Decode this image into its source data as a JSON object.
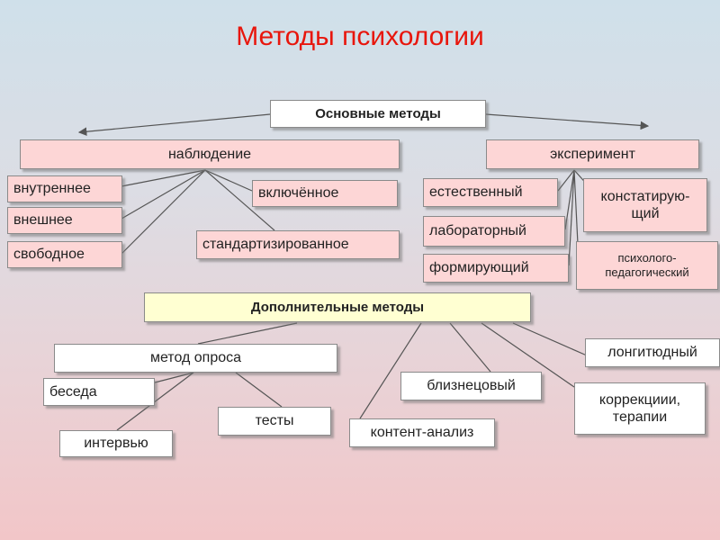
{
  "title": "Методы психологии",
  "basic": {
    "label": "Основные методы",
    "observation": {
      "label": "наблюдение",
      "items": [
        "внутреннее",
        "внешнее",
        "свободное",
        "включённое",
        "стандартизированное"
      ]
    },
    "experiment": {
      "label": "эксперимент",
      "items": [
        "естественный",
        "лабораторный",
        "формирующий",
        "констатирую-щий",
        "психолого-педагогический"
      ]
    }
  },
  "additional": {
    "label": "Дополнительные методы",
    "survey": {
      "label": "метод опроса",
      "items": [
        "беседа",
        "интервью",
        "тесты"
      ]
    },
    "items": [
      "контент-анализ",
      "близнецовый",
      "лонгитюдный",
      "коррекциии, терапии"
    ]
  }
}
